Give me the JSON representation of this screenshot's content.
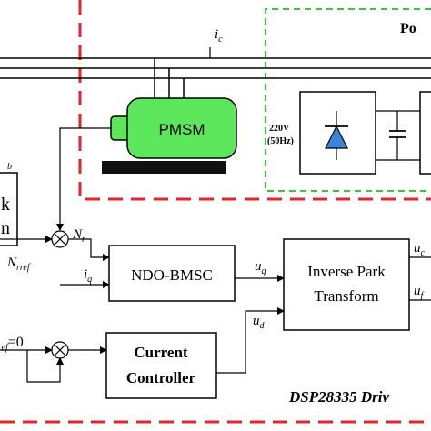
{
  "labels": {
    "i_c": "i",
    "i_c_sub": "c",
    "power_section": "Po",
    "motor": "PMSM",
    "supply_line1": "220V",
    "supply_line2": "(50Hz)",
    "left_sub_b": "b",
    "left_block_k": "k",
    "left_block_n": "n",
    "N_r": "N",
    "N_r_sub": "r",
    "N_rref": "N",
    "N_rref_sub": "rref",
    "i_q": "i",
    "i_q_sub": "q",
    "u_q": "u",
    "u_q_sub": "q",
    "u_d": "u",
    "u_d_sub": "d",
    "ref_zero_sub": "ref",
    "ref_zero_value": "=0",
    "out_top": "u",
    "out_top_sub": "c",
    "out_bottom": "u",
    "out_bottom_sub": "f",
    "controller_ndo": "NDO-BMSC",
    "inverse_park_line1": "Inverse Park",
    "inverse_park_line2": "Transform",
    "current_ctrl_line1": "Current",
    "current_ctrl_line2": "Controller",
    "dsp_label": "DSP28335",
    "dsp_label_rest": " Driv"
  },
  "colors": {
    "motor_fill": "#5be65b",
    "diode_fill": "#3a86d8",
    "red_dashed": "#e0262e",
    "green_dashed": "#3cc43c",
    "line": "#000000"
  }
}
